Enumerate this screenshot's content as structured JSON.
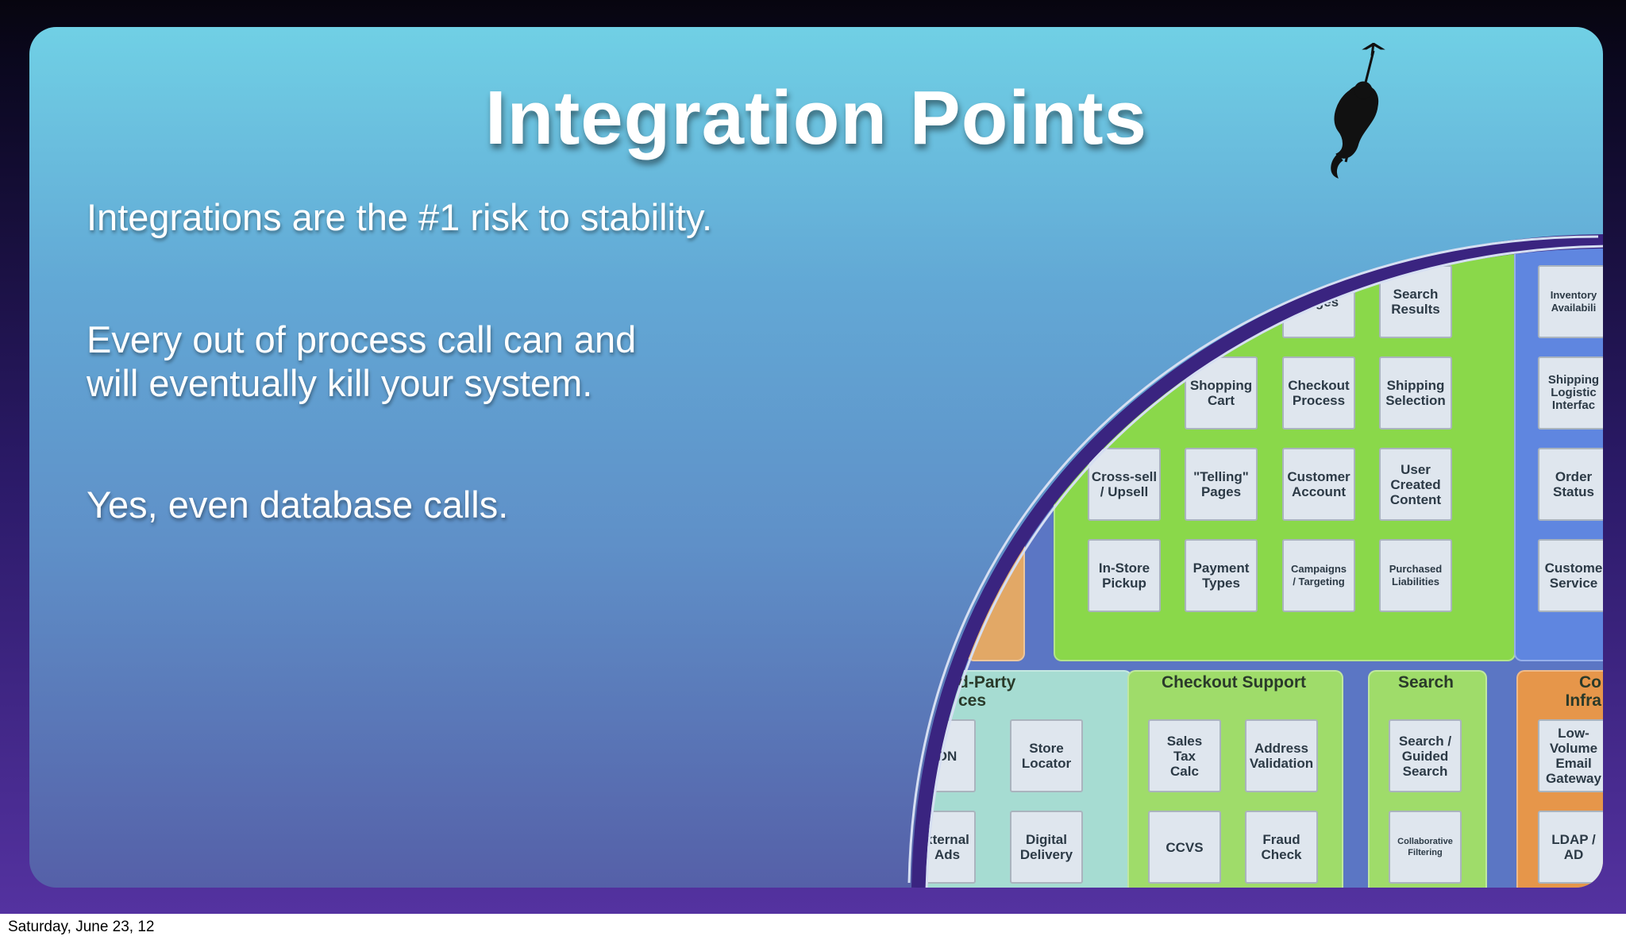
{
  "slide": {
    "title": "Integration Points",
    "bullets": [
      "Integrations are the #1 risk to stability.",
      "Every out of process call can and",
      "will eventually kill your system.",
      "Yes, even database calls."
    ]
  },
  "diagram": {
    "panels": {
      "green_top": {
        "title": "",
        "tiles": [
          "Pages",
          "Search\nResults",
          "Shopping\nCart",
          "Checkout\nProcess",
          "Shipping\nSelection",
          "Cross-sell\n/ Upsell",
          "\"Telling\"\nPages",
          "Customer\nAccount",
          "User\nCreated\nContent",
          "In-Store\nPickup",
          "Payment\nTypes",
          "Campaigns\n/ Targeting",
          "Purchased\nLiabilities"
        ]
      },
      "blue_right": {
        "tiles": [
          "Inventory\nAvailabili",
          "Shipping\nLogistic\nInterfac",
          "Order\nStatus",
          "Custome\nService"
        ]
      },
      "third_party": {
        "title": "d-Party\nces",
        "tiles": [
          "DN",
          "Store\nLocator",
          "xternal\nAds",
          "Digital\nDelivery"
        ]
      },
      "checkout_support": {
        "title": "Checkout Support",
        "tiles": [
          "Sales\nTax\nCalc",
          "Address\nValidation",
          "CCVS",
          "Fraud\nCheck"
        ]
      },
      "search": {
        "title": "Search",
        "tiles": [
          "Search /\nGuided\nSearch",
          "Collaborative\nFiltering"
        ]
      },
      "core_infra": {
        "title": "Co\nInfra",
        "tiles": [
          "Low-\nVolume\nEmail\nGateway",
          "LDAP /\nAD"
        ]
      }
    }
  },
  "footer": {
    "date": "Saturday, June 23, 12"
  },
  "colors": {
    "green_panel": "#8ad84a",
    "blue_panel": "#5f86e0",
    "teal_panel": "#a6dcd2",
    "light_green_panel": "#9fdc6a",
    "orange_panel": "#e6964a"
  }
}
